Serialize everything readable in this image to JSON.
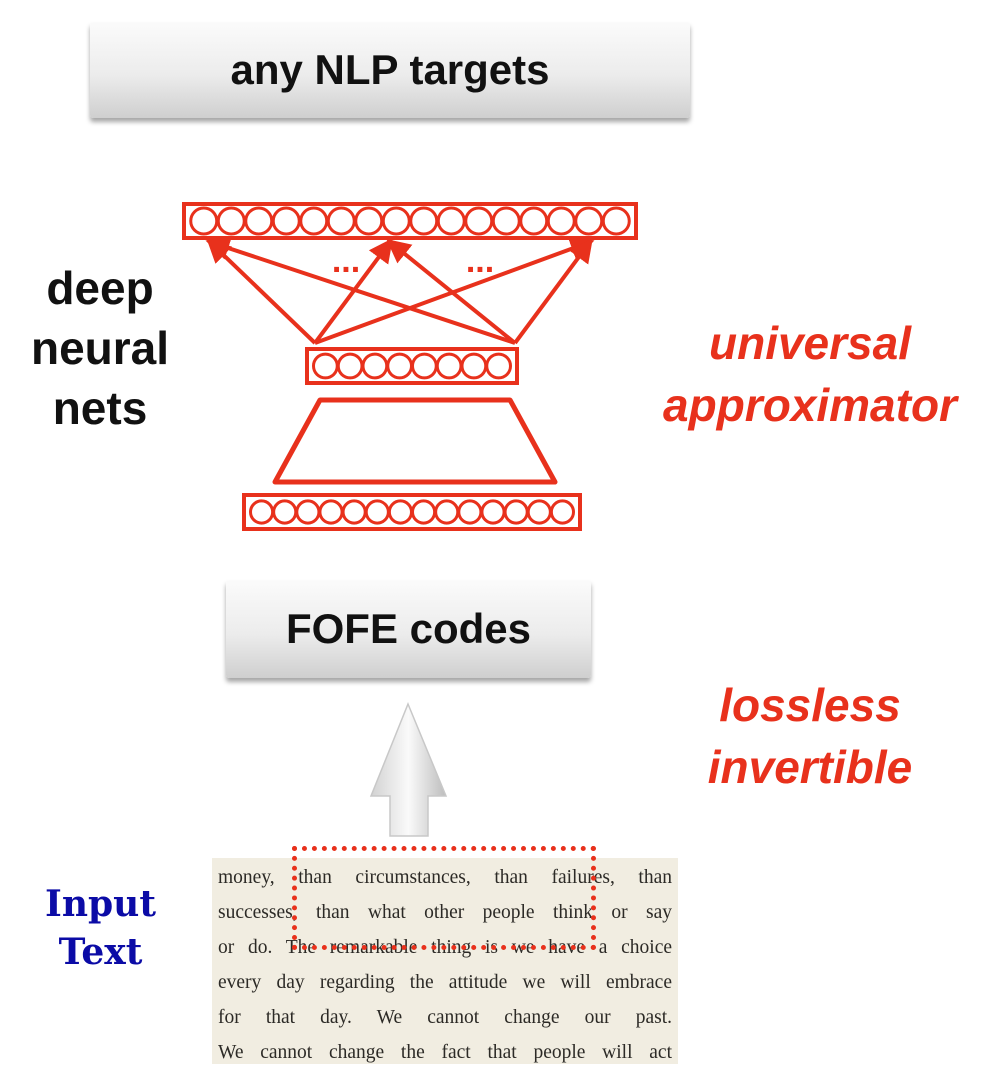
{
  "top_box": {
    "label": "any NLP targets"
  },
  "fofe_box": {
    "label": "FOFE codes"
  },
  "left_label": {
    "lines": [
      "deep",
      "neural",
      "nets"
    ]
  },
  "right_labels": {
    "universal": [
      "universal",
      "approximator"
    ],
    "lossless": [
      "lossless",
      "invertible"
    ]
  },
  "network": {
    "ellipsis_left": "...",
    "ellipsis_right": "...",
    "top_layer_nodes": 16,
    "middle_layer_nodes": 8,
    "bottom_layer_nodes": 14
  },
  "input_label": {
    "lines": [
      "Input",
      "Text"
    ]
  },
  "input_text": {
    "lines": [
      "money, than circumstances, than failures, than",
      "successes, than what other people think or say",
      "or do. The remarkable thing is we have a choice",
      "every day regarding the attitude we will embrace",
      "for that day. We cannot change our past.",
      "We cannot change the fact that people will act"
    ]
  },
  "colors": {
    "accent_red": "#e8311c",
    "input_label_blue": "#0b0ba6",
    "paper": "#f1ede1"
  }
}
